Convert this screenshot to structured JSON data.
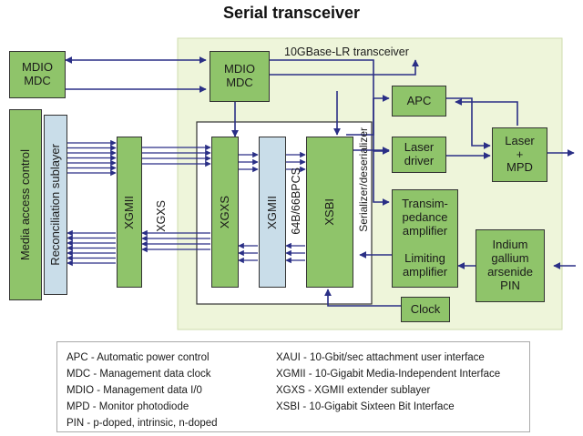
{
  "title": "Serial transceiver",
  "transceiver_label": "10GBase-LR transceiver",
  "blocks": {
    "mdio_left": [
      "MDIO",
      "MDC"
    ],
    "mdio_center": [
      "MDIO",
      "MDC"
    ],
    "mac": "Media access control",
    "reconciliation": "Reconciliation sublayer",
    "xgmii_left": "XGMII",
    "xgxs_between": "XGXS",
    "xgxs_block": "XGXS",
    "xgmii_block": "XGMII",
    "pcs": "64B/66BPCS",
    "xsbi": "XSBI",
    "serdes": "Serializer/deserializer",
    "apc": "APC",
    "laser_driver": [
      "Laser",
      "driver"
    ],
    "laser_mpd": [
      "Laser",
      "+",
      "MPD"
    ],
    "tia": [
      "Transim-",
      "pedance",
      "amplifier"
    ],
    "limiting": [
      "Limiting",
      "amplifier"
    ],
    "pin": [
      "Indium",
      "gallium",
      "arsenide",
      "PIN"
    ],
    "clock": "Clock"
  },
  "legend": {
    "left": [
      "APC - Automatic power control",
      "MDC - Management data clock",
      "MDIO - Management data I/0",
      "MPD - Monitor photodiode",
      "PIN - p-doped, intrinsic, n-doped"
    ],
    "right": [
      "XAUI - 10-Gbit/sec attachment user interface",
      "XGMII - 10-Gigabit Media-Independent Interface",
      "XGXS - XGMII extender sublayer",
      "XSBI - 10-Gigabit Sixteen Bit Interface"
    ]
  },
  "colors": {
    "block_green": "#8fc46a",
    "region_green": "#eef5da",
    "sublayer_blue": "#c9dde9",
    "arrow_navy": "#2a2f86"
  }
}
